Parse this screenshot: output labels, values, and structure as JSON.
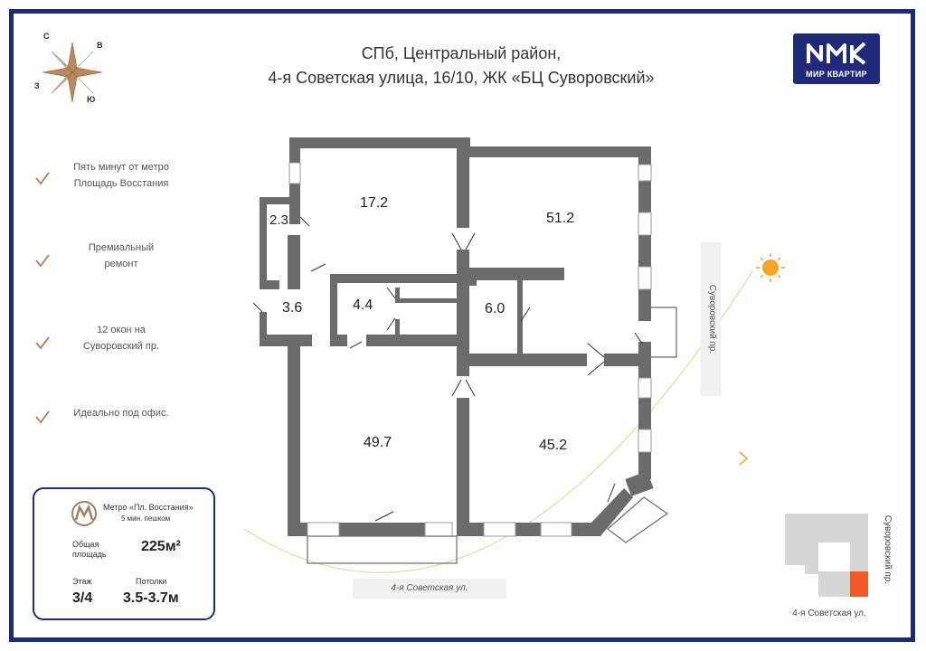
{
  "title": {
    "line1": "СПб, Центральный район,",
    "line2": "4-я Советская улица, 16/10, ЖК «БЦ Суворовский»"
  },
  "logo": {
    "name": "МИР КВАРТИР"
  },
  "compass": {
    "n": "С",
    "e": "В",
    "s": "Ю",
    "w": "З"
  },
  "features": [
    {
      "line1": "Пять минут от метро",
      "line2": "Площадь Восстания"
    },
    {
      "line1": "Премиальный",
      "line2": "ремонт"
    },
    {
      "line1": "12 окон на",
      "line2": "Суворовский пр."
    },
    {
      "line1": "Идеально под офис.",
      "line2": ""
    }
  ],
  "info": {
    "metro": "Метро «Пл. Восстания»",
    "walk": "5 мин. пешком",
    "area_label_1": "Общая",
    "area_label_2": "площадь",
    "area_value": "225м²",
    "floor_label": "Этаж",
    "floor_value": "3/4",
    "ceiling_label": "Потолки",
    "ceiling_value": "3.5-3.7м"
  },
  "rooms": [
    "17.2",
    "51.2",
    "2.3",
    "3.6",
    "4.4",
    "6.0",
    "49.7",
    "45.2"
  ],
  "streets": {
    "main_right": "Суворовский пр.",
    "main_bottom": "4-я Советская ул.",
    "mini_right": "Суворовский пр.",
    "mini_bottom": "4-я Советская ул."
  },
  "colors": {
    "frame": "#1f2a7a",
    "wall": "#6b6b6b",
    "accent": "#f4a524",
    "highlight": "#f05a24",
    "building_mini": "#d6d6d6"
  }
}
